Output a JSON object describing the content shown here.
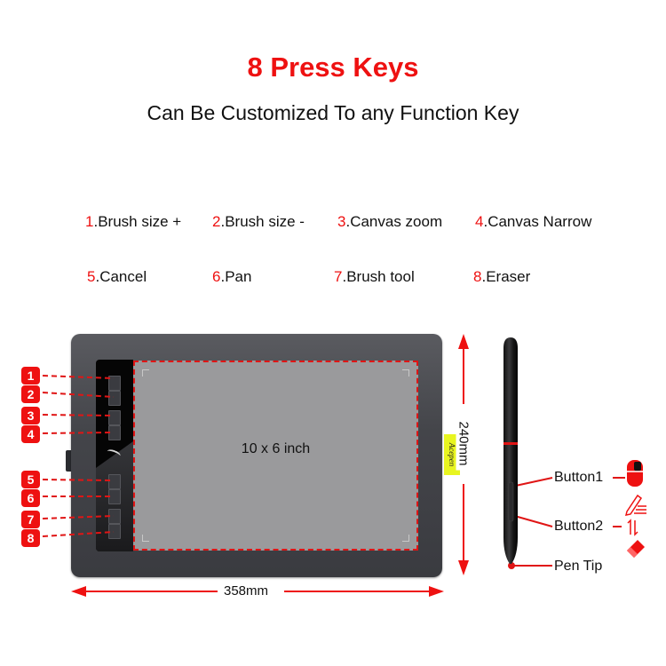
{
  "header": {
    "title": "8 Press Keys",
    "subtitle": "Can Be Customized To any Function Key"
  },
  "functions": [
    {
      "num": "1",
      "label": ".Brush size +"
    },
    {
      "num": "2",
      "label": ".Brush size -"
    },
    {
      "num": "3",
      "label": ".Canvas zoom"
    },
    {
      "num": "4",
      "label": ".Canvas Narrow"
    },
    {
      "num": "5",
      "label": ".Cancel"
    },
    {
      "num": "6",
      "label": ".Pan"
    },
    {
      "num": "7",
      "label": ".Brush tool"
    },
    {
      "num": "8",
      "label": ".Eraser"
    }
  ],
  "tablet": {
    "active_area_label": "10 x 6 inch",
    "brand": "Acepen",
    "width_label": "358mm",
    "height_label": "240mm",
    "key_badges": [
      "1",
      "2",
      "3",
      "4",
      "5",
      "6",
      "7",
      "8"
    ]
  },
  "pen": {
    "button1_label": "Button1",
    "button2_label": "Button2",
    "tip_label": "Pen Tip"
  },
  "colors": {
    "accent_red": "#ee1111",
    "brand_yellow": "#e8f520",
    "tablet_body": "#44454a",
    "active_area": "#9a9a9c"
  }
}
